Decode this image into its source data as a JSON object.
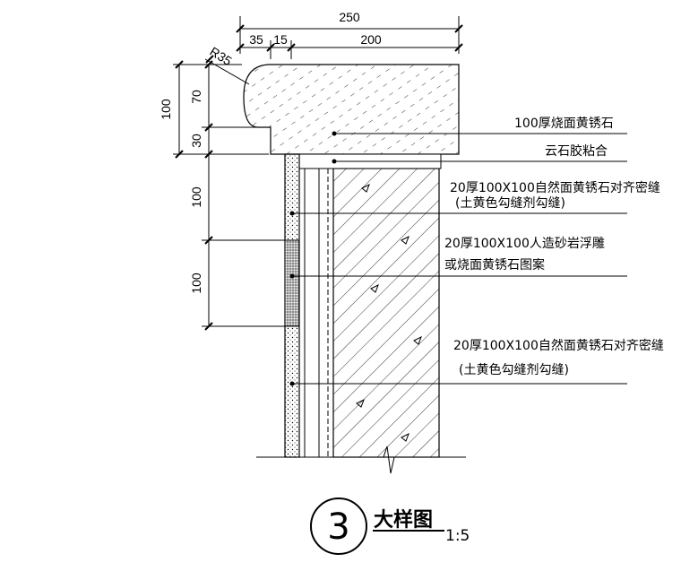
{
  "dimensions": {
    "total_width": "250",
    "d35": "35",
    "d15": "15",
    "d200": "200",
    "radius": "R35",
    "cap_height": "100",
    "d70": "70",
    "d30": "30",
    "wall_seg1": "100",
    "wall_seg2": "100"
  },
  "notes": {
    "n1": "100厚烧面黄锈石",
    "n2": "云石胶粘合",
    "n3_line1": "20厚100X100自然面黄锈石对齐密缝",
    "n3_line2": "(土黄色勾缝剂勾缝)",
    "n4_line1": "20厚100X100人造砂岩浮雕",
    "n4_line2": "或烧面黄锈石图案",
    "n5_line1": "20厚100X100自然面黄锈石对齐密缝",
    "n5_line2": "(土黄色勾缝剂勾缝)"
  },
  "title": {
    "number": "3",
    "name": "大样图",
    "scale": "1:5"
  }
}
